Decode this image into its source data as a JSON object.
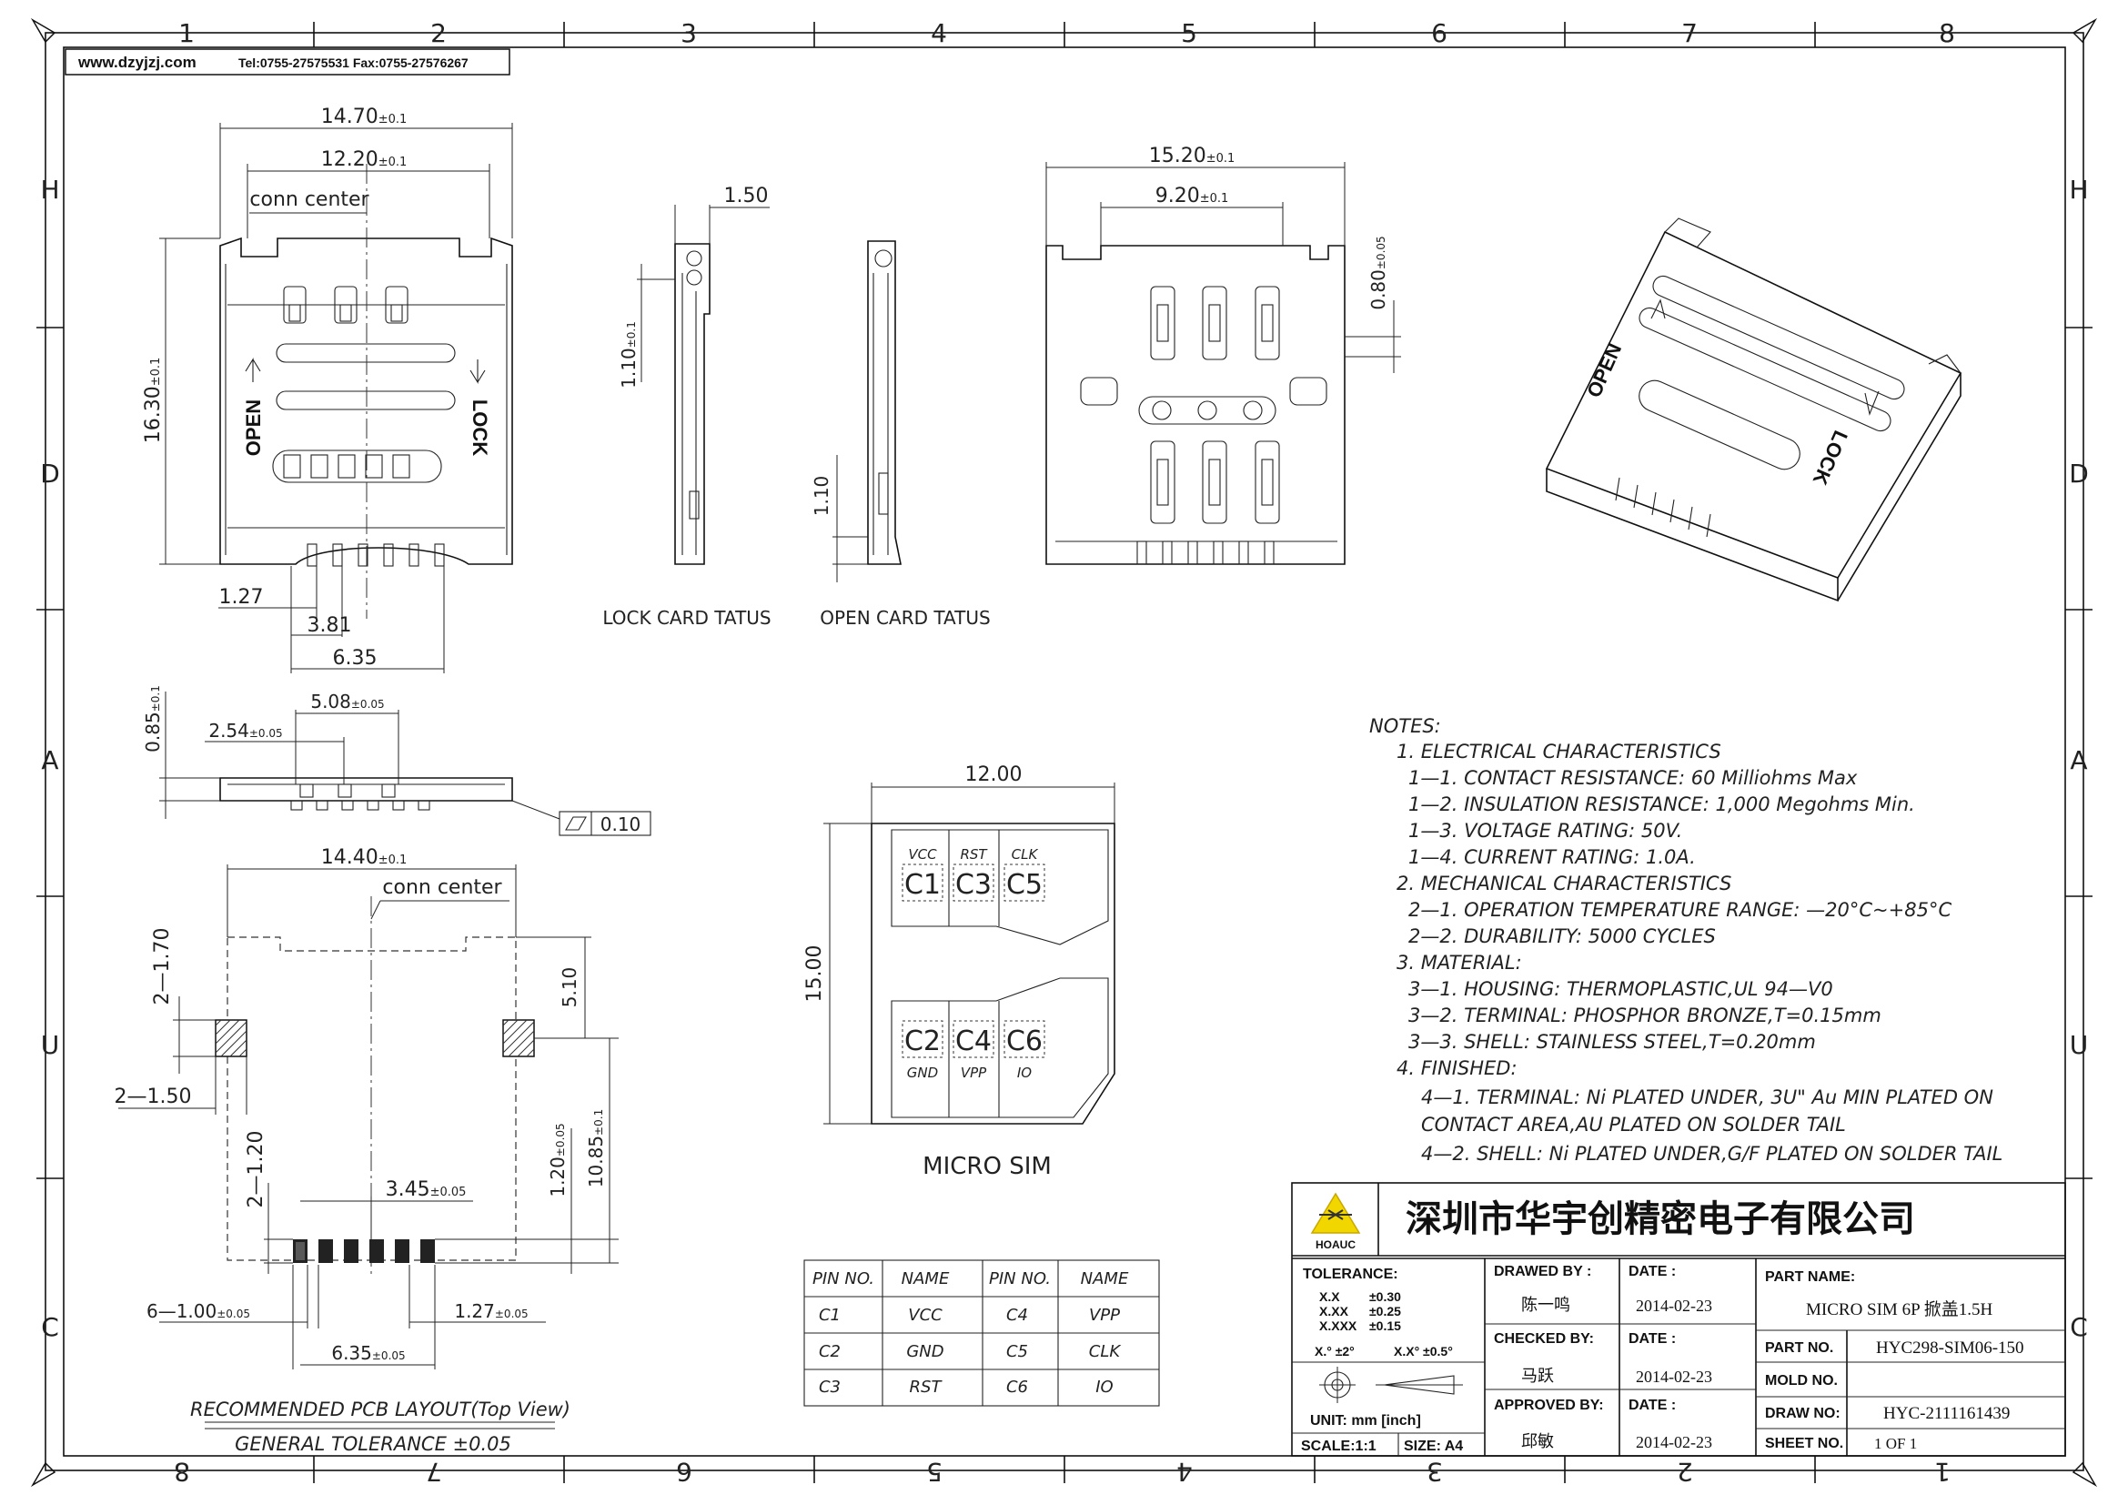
{
  "frame": {
    "cols_top": [
      "1",
      "2",
      "3",
      "4",
      "5",
      "6",
      "7",
      "8"
    ],
    "cols_bottom": [
      "8",
      "7",
      "6",
      "5",
      "4",
      "3",
      "2",
      "1"
    ],
    "rows_left": [
      "H",
      "D",
      "A",
      "U",
      "C"
    ],
    "rows_right": [
      "H",
      "D",
      "A",
      "U",
      "C"
    ]
  },
  "header": {
    "site": "www.dzyjzj.com",
    "contact": "Tel:0755-27575531  Fax:0755-27576267"
  },
  "top_view": {
    "dim_width": "14.70",
    "dim_width_tol": "±0.1",
    "dim_inner": "12.20",
    "dim_inner_tol": "±0.1",
    "conn_center": "conn center",
    "dim_height": "16.30",
    "dim_height_tol": "±0.1",
    "open": "OPEN",
    "lock": "LOCK",
    "dim_127": "1.27",
    "dim_381": "3.81",
    "dim_635": "6.35"
  },
  "side_lock": {
    "dim_150": "1.50",
    "dim_110": "1.10",
    "dim_110_tol": "±0.1",
    "caption": "LOCK CARD TATUS"
  },
  "side_open": {
    "dim_110": "1.10",
    "caption": "OPEN CARD TATUS"
  },
  "bottom_view": {
    "dim_width": "15.20",
    "dim_width_tol": "±0.1",
    "dim_inner": "9.20",
    "dim_inner_tol": "±0.1",
    "dim_080": "0.80",
    "dim_080_tol": "±0.05"
  },
  "front_view": {
    "dim_085": "0.85",
    "dim_085_tol": "±0.1",
    "dim_508": "5.08",
    "dim_508_tol": "±0.05",
    "dim_254": "2.54",
    "dim_254_tol": "±0.05",
    "flatness": "0.10"
  },
  "pcb": {
    "dim_width": "14.40",
    "dim_width_tol": "±0.1",
    "conn_center": "conn center",
    "d_2_170": "2—1.70",
    "d_510": "5.10",
    "d_2_150": "2—1.50",
    "d_2_120": "2—1.20",
    "d_345": "3.45",
    "d_345_tol": "±0.05",
    "d_120": "1.20",
    "d_120_tol": "±0.05",
    "d_1085": "10.85",
    "d_1085_tol": "±0.1",
    "d_6_100": "6—1.00",
    "d_6_100_tol": "±0.05",
    "d_127": "1.27",
    "d_127_tol": "±0.05",
    "d_635": "6.35",
    "d_635_tol": "±0.05",
    "caption": "RECOMMENDED PCB LAYOUT(Top View)",
    "tolerance": "GENERAL TOLERANCE ±0.05"
  },
  "sim": {
    "dim_w": "12.00",
    "dim_h": "15.00",
    "pins_top": [
      {
        "name": "VCC",
        "id": "C1"
      },
      {
        "name": "RST",
        "id": "C3"
      },
      {
        "name": "CLK",
        "id": "C5"
      }
    ],
    "pins_bottom": [
      {
        "name": "GND",
        "id": "C2"
      },
      {
        "name": "VPP",
        "id": "C4"
      },
      {
        "name": "IO",
        "id": "C6"
      }
    ],
    "caption": "MICRO SIM"
  },
  "pin_table": {
    "headers": [
      "PIN NO.",
      "NAME",
      "PIN NO.",
      "NAME"
    ],
    "rows": [
      [
        "C1",
        "VCC",
        "C4",
        "VPP"
      ],
      [
        "C2",
        "GND",
        "C5",
        "CLK"
      ],
      [
        "C3",
        "RST",
        "C6",
        "IO"
      ]
    ]
  },
  "notes": [
    "NOTES:",
    "1. ELECTRICAL CHARACTERISTICS",
    "1—1. CONTACT RESISTANCE: 60 Milliohms   Max",
    "1—2. INSULATION RESISTANCE: 1,000 Megohms Min.",
    "1—3. VOLTAGE RATING: 50V.",
    "1—4. CURRENT RATING: 1.0A.",
    "2. MECHANICAL CHARACTERISTICS",
    "2—1. OPERATION TEMPERATURE RANGE: —20°C~+85°C",
    "2—2. DURABILITY: 5000 CYCLES",
    "3. MATERIAL:",
    "3—1. HOUSING: THERMOPLASTIC,UL 94—V0",
    "3—2. TERMINAL: PHOSPHOR BRONZE,T=0.15mm",
    "3—3. SHELL: STAINLESS STEEL,T=0.20mm",
    "4. FINISHED:",
    "4—1. TERMINAL: Ni PLATED UNDER, 3U\" Au MIN PLATED ON",
    "CONTACT AREA,AU PLATED ON SOLDER TAIL",
    "4—2. SHELL: Ni PLATED UNDER,G/F PLATED ON SOLDER TAIL"
  ],
  "title_block": {
    "company": "深圳市华宇创精密电子有限公司",
    "logo_text": "HOAUC",
    "tolerance_label": "TOLERANCE:",
    "tol_rows": [
      [
        "X.X",
        "±0.30"
      ],
      [
        "X.XX",
        "±0.25"
      ],
      [
        "X.XXX",
        "±0.15"
      ]
    ],
    "angle_tol": [
      "X.°  ±2°",
      "X.X°  ±0.5°"
    ],
    "unit": "UNIT:  mm  [inch]",
    "scale": "SCALE:1:1",
    "size": "SIZE: A4",
    "drawn_by_label": "DRAWED BY :",
    "drawn_by": "陈一鸣",
    "checked_by_label": "CHECKED BY:",
    "checked_by": "马跃",
    "approved_by_label": "APPROVED BY:",
    "approved_by": "邱敏",
    "date_label": "DATE :",
    "date1": "2014-02-23",
    "date2": "2014-02-23",
    "date3": "2014-02-23",
    "part_name_label": "PART NAME:",
    "part_name": "MICRO SIM 6P 掀盖1.5H",
    "part_no_label": "PART NO.",
    "part_no": "HYC298-SIM06-150",
    "mold_no_label": "MOLD NO.",
    "mold_no": "",
    "draw_no_label": "DRAW NO:",
    "draw_no": "HYC-2111161439",
    "sheet_no_label": "SHEET NO.",
    "sheet_no": "1 OF 1"
  }
}
